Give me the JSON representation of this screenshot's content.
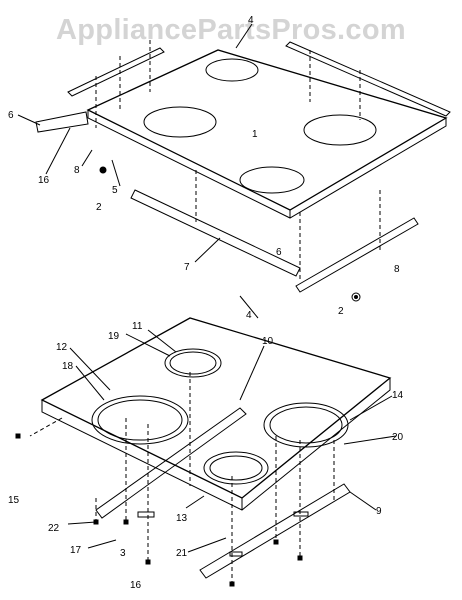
{
  "watermark": "AppliancePartsPros.com",
  "top_assembly": {
    "labels": [
      "4",
      "6",
      "16",
      "8",
      "5",
      "2",
      "1",
      "7",
      "6",
      "8",
      "2"
    ]
  },
  "bottom_assembly": {
    "labels": [
      "4",
      "11",
      "19",
      "12",
      "10",
      "18",
      "14",
      "20",
      "15",
      "9",
      "13",
      "22",
      "17",
      "3",
      "21",
      "16"
    ]
  }
}
